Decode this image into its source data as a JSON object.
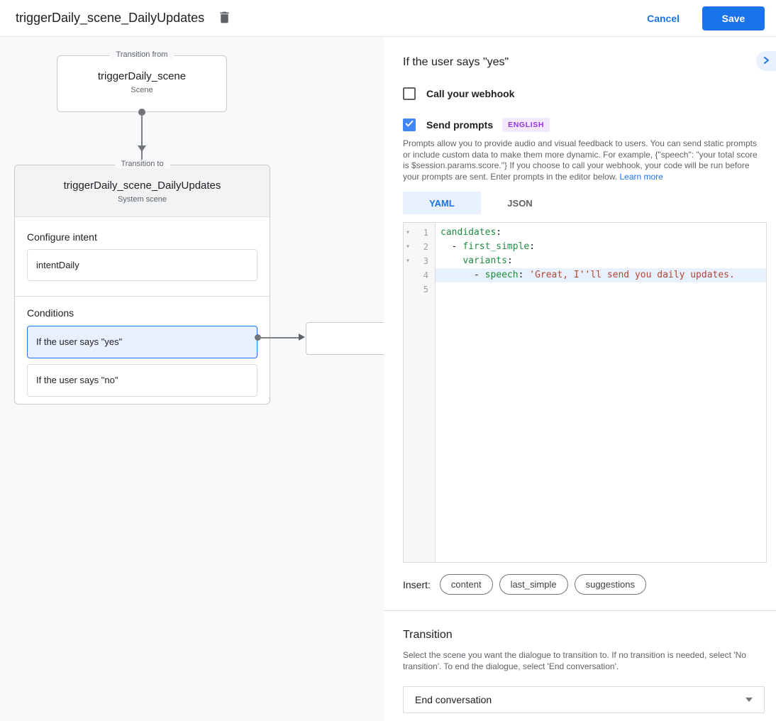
{
  "header": {
    "title": "triggerDaily_scene_DailyUpdates",
    "cancel_label": "Cancel",
    "save_label": "Save"
  },
  "diagram": {
    "from_node": {
      "legend": "Transition from",
      "title": "triggerDaily_scene",
      "subtitle": "Scene"
    },
    "to_node": {
      "legend": "Transition to",
      "title": "triggerDaily_scene_DailyUpdates",
      "subtitle": "System scene",
      "configure_intent_label": "Configure intent",
      "intent_value": "intentDaily",
      "conditions_label": "Conditions",
      "conditions": [
        {
          "label": "If the user says \"yes\"",
          "selected": true
        },
        {
          "label": "If the user says \"no\"",
          "selected": false
        }
      ]
    }
  },
  "panel": {
    "title": "If the user says \"yes\"",
    "webhook_checkbox": {
      "label": "Call your webhook",
      "checked": false
    },
    "prompts_checkbox": {
      "label": "Send prompts",
      "checked": true,
      "badge": "ENGLISH"
    },
    "description": "Prompts allow you to provide audio and visual feedback to users. You can send static prompts or include custom data to make them more dynamic. For example, {\"speech\": \"your total score is $session.params.score.\"} If you choose to call your webhook, your code will be run before your prompts are sent. Enter prompts in the editor below. ",
    "learn_more_label": "Learn more",
    "tabs": [
      {
        "label": "YAML",
        "active": true
      },
      {
        "label": "JSON",
        "active": false
      }
    ],
    "editor": {
      "fold_icon": "▾",
      "lines": [
        {
          "num": "1",
          "fold": "▾",
          "pre": "",
          "key": "candidates",
          "post": ":",
          "str": ""
        },
        {
          "num": "2",
          "fold": "▾",
          "pre": "  - ",
          "key": "first_simple",
          "post": ":",
          "str": ""
        },
        {
          "num": "3",
          "fold": "▾",
          "pre": "    ",
          "key": "variants",
          "post": ":",
          "str": ""
        },
        {
          "num": "4",
          "fold": "",
          "pre": "      - ",
          "key": "speech",
          "post": ": ",
          "str": "'Great, I''ll send you daily updates."
        },
        {
          "num": "5",
          "fold": "",
          "pre": "",
          "key": "",
          "post": "",
          "str": ""
        }
      ]
    },
    "insert_label": "Insert:",
    "insert_chips": [
      "content",
      "last_simple",
      "suggestions"
    ],
    "transition": {
      "title": "Transition",
      "description": "Select the scene you want the dialogue to transition to. If no transition is needed, select 'No transition'. To end the dialogue, select 'End conversation'.",
      "dropdown_value": "End conversation"
    }
  },
  "colors": {
    "accent_blue": "#1a73e8",
    "checkbox_blue": "#4285f4",
    "selected_condition_bg": "#e8f0fe",
    "badge_bg": "#f3e8fd",
    "badge_text": "#9334e6",
    "yaml_key": "#1e8e3e",
    "yaml_string": "#b04538"
  }
}
